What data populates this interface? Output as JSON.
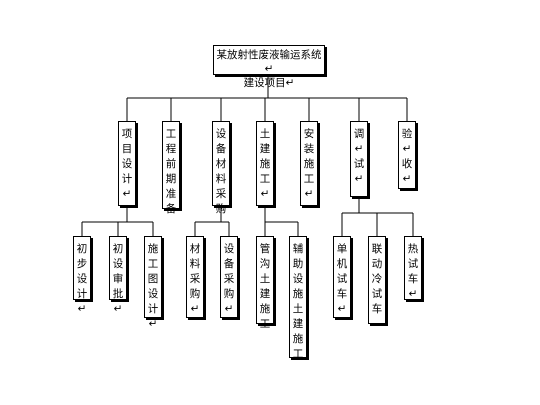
{
  "root": {
    "line1": "某放射性废液输运系统↵",
    "line2": "建设项目↵"
  },
  "level1": [
    {
      "label": "项目设计↵"
    },
    {
      "label": "工程前期准备"
    },
    {
      "label": "设备材料采购"
    },
    {
      "label": "土建施工↵"
    },
    {
      "label": "安装施工↵"
    },
    {
      "label": "调↵试↵"
    },
    {
      "label": "验↵收↵"
    }
  ],
  "level2": [
    {
      "label": "初步设计↵"
    },
    {
      "label": "初设审批↵"
    },
    {
      "label": "施工图设计↵"
    },
    {
      "label": "材料采购↵"
    },
    {
      "label": "设备采购↵"
    },
    {
      "label": "管沟土建施工"
    },
    {
      "label": "辅助设施土建施工"
    },
    {
      "label": "单机试车↵"
    },
    {
      "label": "联动冷试车"
    },
    {
      "label": "热试车↵"
    }
  ]
}
